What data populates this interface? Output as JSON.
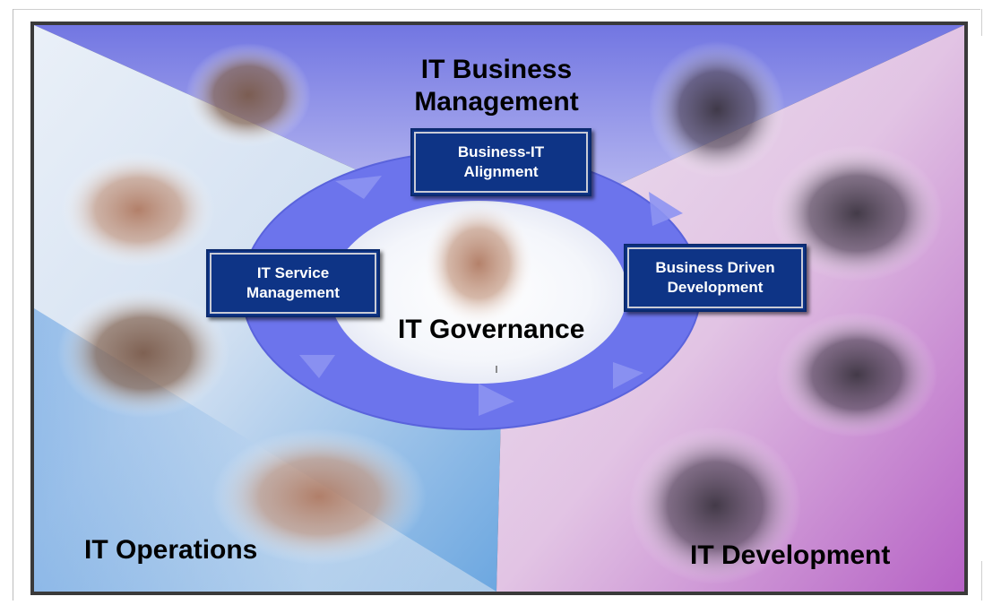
{
  "sections": {
    "top": "IT Business Management",
    "top_line1": "IT Business",
    "top_line2": "Management",
    "left": "IT Operations",
    "right": "IT Development"
  },
  "center": "IT Governance",
  "processes": {
    "alignment": {
      "line1": "Business-IT",
      "line2": "Alignment"
    },
    "service": {
      "line1": "IT Service",
      "line2": "Management"
    },
    "development": {
      "line1": "Business Driven",
      "line2": "Development"
    }
  },
  "colors": {
    "top_panel": "#7f83e8",
    "left_panel": "#a8c4ea",
    "right_panel": "#c98fd0",
    "ring": "#6c74ec",
    "process_box": "#0e3486"
  }
}
